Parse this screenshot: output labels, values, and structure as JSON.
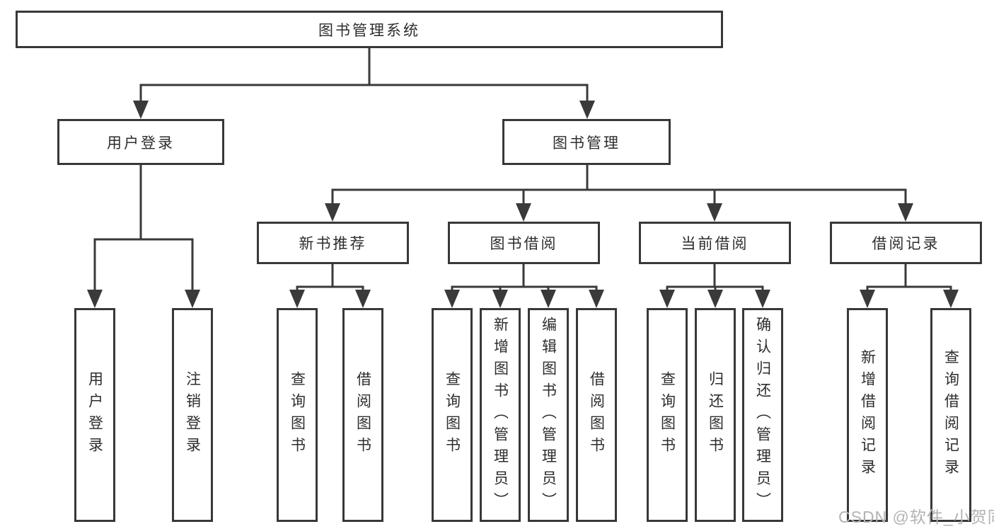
{
  "colors": {
    "line": "#3a3a3a",
    "box_border": "#383838",
    "text": "#2d2d2d",
    "bg": "#ffffff",
    "watermark": "#b3b3b3"
  },
  "tree": {
    "root": "图书管理系统",
    "children": [
      {
        "label": "用户登录",
        "children": [
          "用户登录",
          "注销登录"
        ]
      },
      {
        "label": "图书管理",
        "children": [
          {
            "label": "新书推荐",
            "children": [
              "查询图书",
              "借阅图书"
            ]
          },
          {
            "label": "图书借阅",
            "children": [
              "查询图书",
              "新增图书（管理员）",
              "编辑图书（管理员）",
              "借阅图书"
            ]
          },
          {
            "label": "当前借阅",
            "children": [
              "查询图书",
              "归还图书",
              "确认归还（管理员）"
            ]
          },
          {
            "label": "借阅记录",
            "children": [
              "新增借阅记录",
              "查询借阅记录"
            ]
          }
        ]
      }
    ]
  },
  "watermark": "CSDN @软件_小贺同学"
}
